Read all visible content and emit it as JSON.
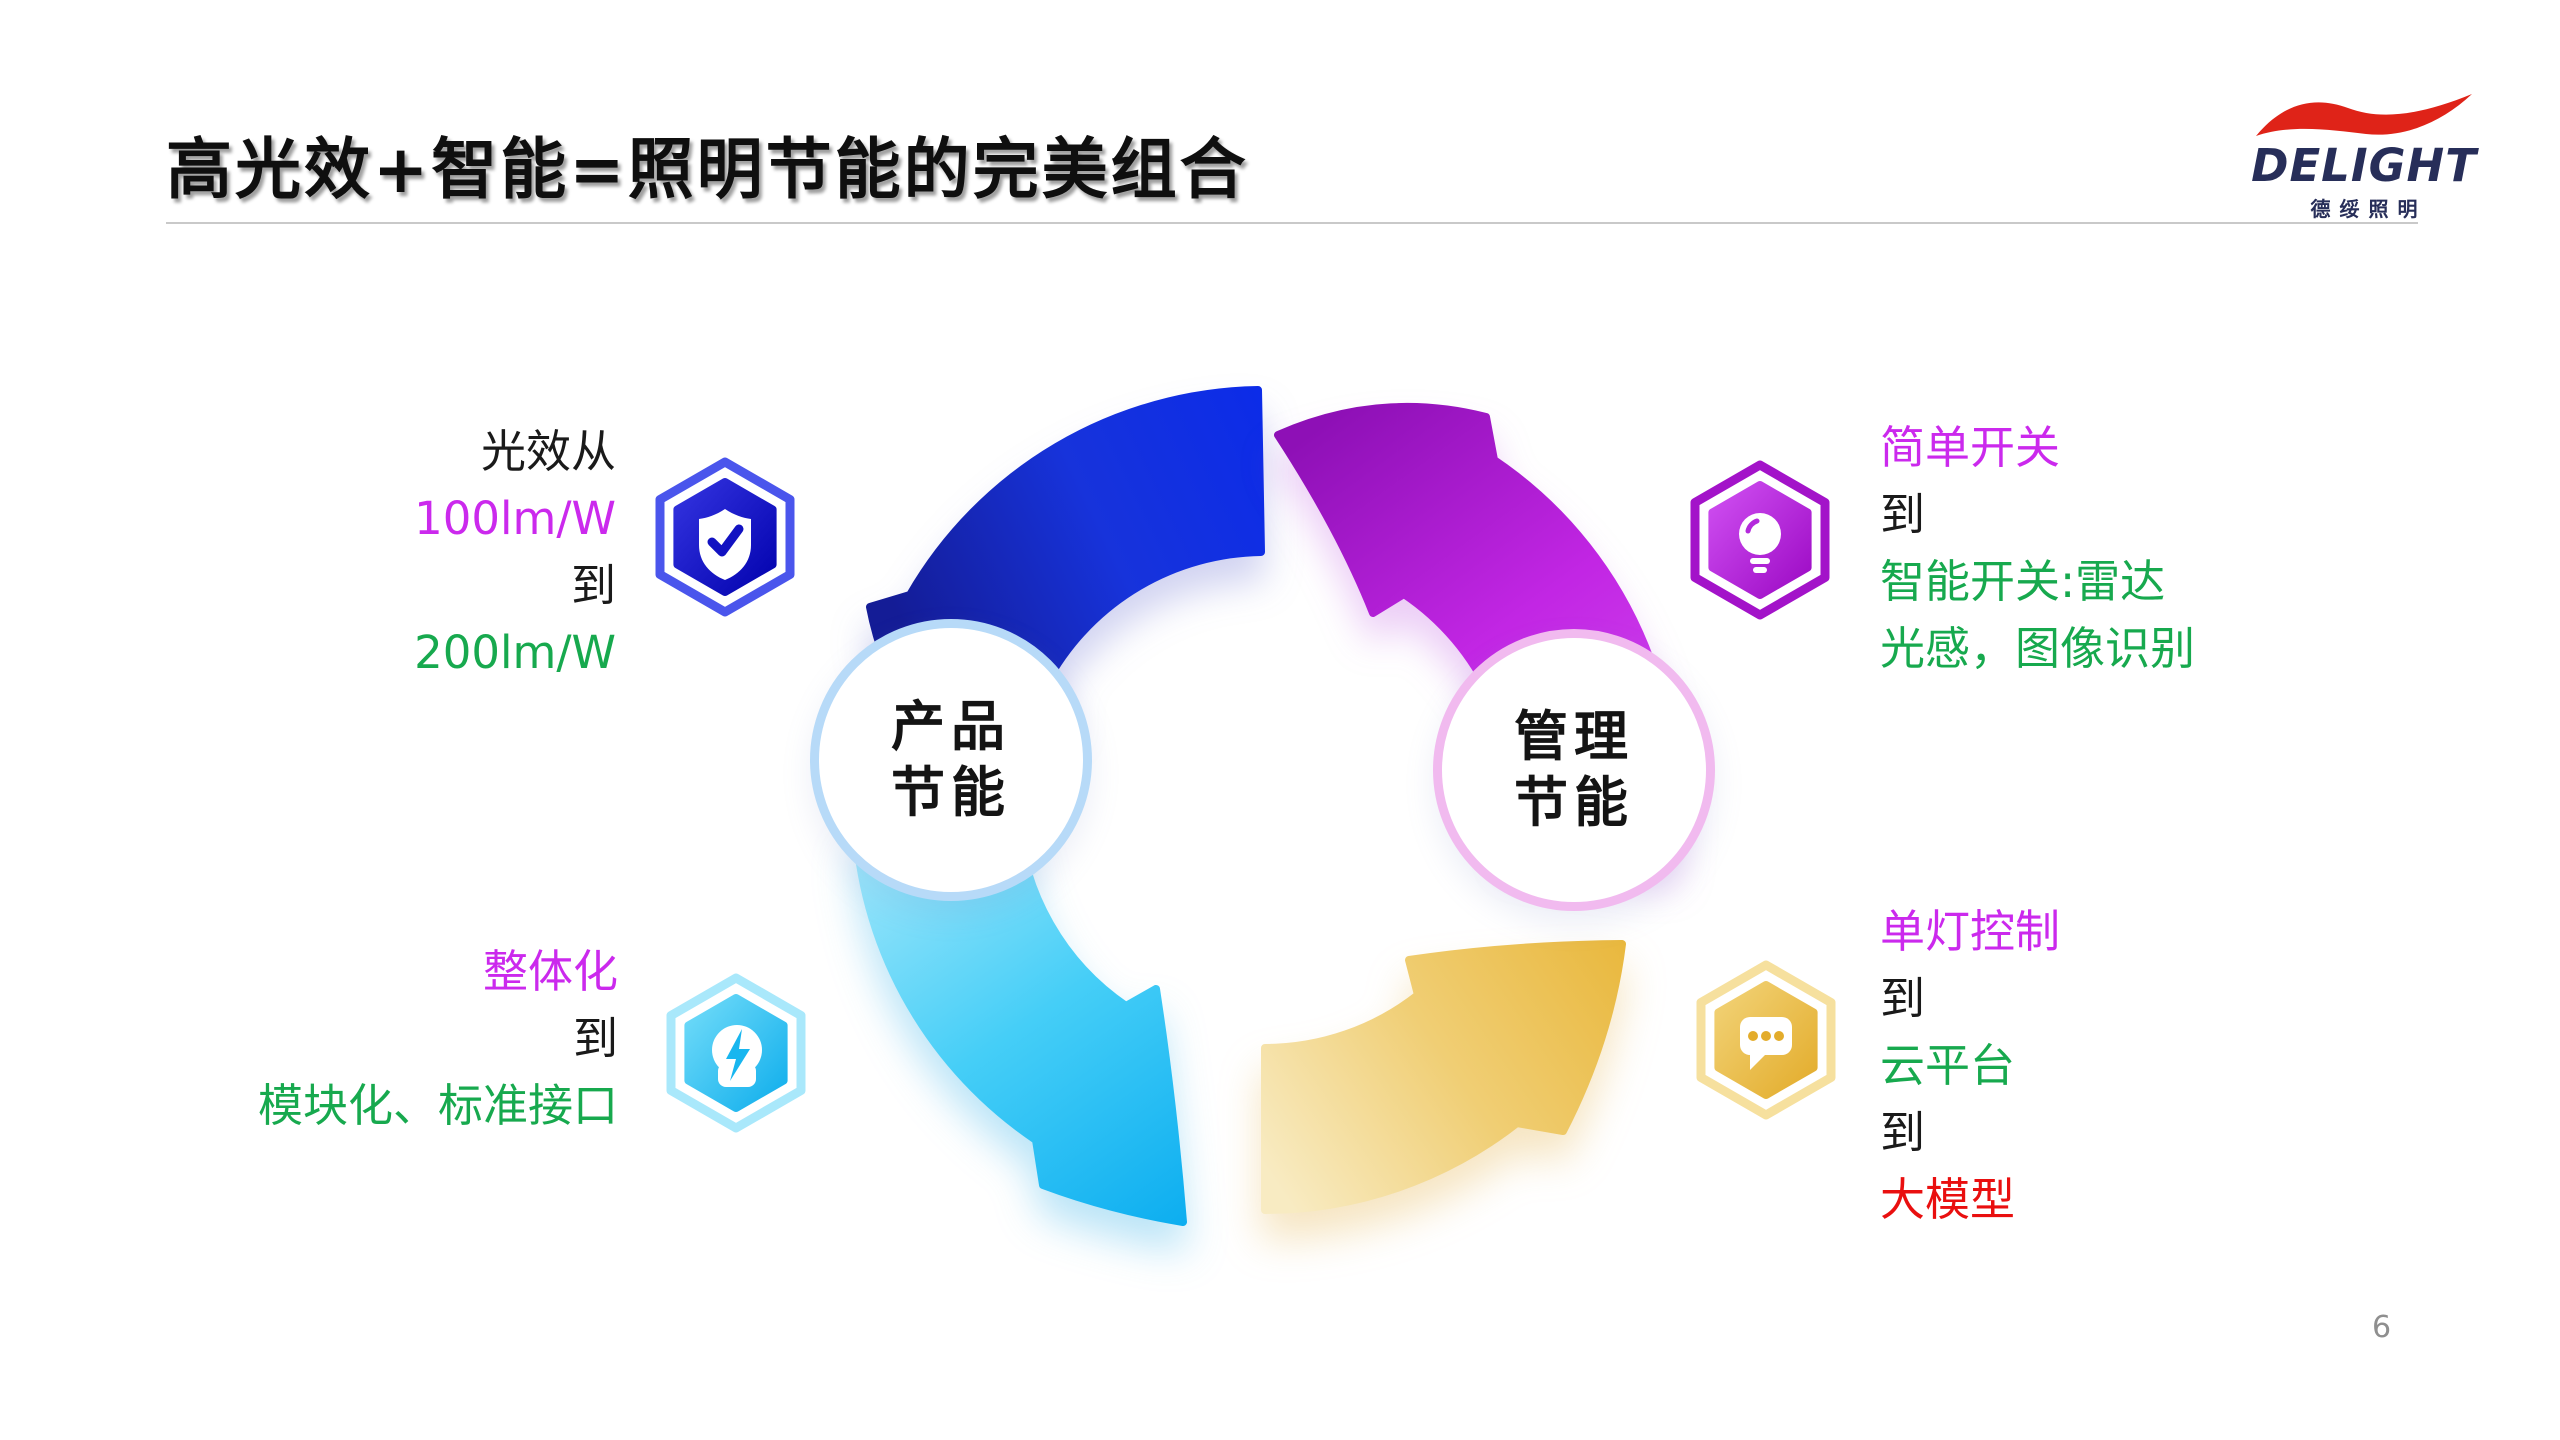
{
  "slide": {
    "title": "高光效+智能=照明节能的完美组合",
    "page_number": "6",
    "background_color": "#FFFFFF",
    "rule_color": "#C9C9C9"
  },
  "logo": {
    "brand": "DELIGHT",
    "brand_cn": "德绥照明",
    "swoosh_color": "#DF2318",
    "text_color": "#272E59"
  },
  "diagram": {
    "nodes": [
      {
        "id": "product-saving",
        "lines": [
          "产品",
          "节能"
        ],
        "border_color": "#B7DAF8"
      },
      {
        "id": "management-saving",
        "lines": [
          "管理",
          "节能"
        ],
        "border_color": "#F1BAEF"
      }
    ],
    "arrows": [
      {
        "id": "blue-arrow",
        "direction": "top-to-left",
        "color_start": "#0B2BE9",
        "color_end": "#141C96"
      },
      {
        "id": "magenta-arrow",
        "direction": "right-to-top",
        "color_start": "#D44FF0",
        "color_end": "#8E10B6"
      },
      {
        "id": "cyan-arrow",
        "direction": "left-to-bottom",
        "color_start": "#A5E8FB",
        "color_end": "#0DAEF0"
      },
      {
        "id": "yellow-arrow",
        "direction": "bottom-to-right",
        "color_start": "#F8EBC2",
        "color_end": "#E9B83E"
      }
    ],
    "icons": [
      {
        "name": "shield-check-icon",
        "ring": "#4A55EC",
        "fill_start": "#3434E0",
        "fill_end": "#0202AE"
      },
      {
        "name": "lightbulb-icon",
        "ring": "#A313C9",
        "fill_start": "#D050F2",
        "fill_end": "#9C0AC4"
      },
      {
        "name": "head-lightning-icon",
        "ring": "#A9E8FB",
        "fill_start": "#72DCF9",
        "fill_end": "#0FAEEC"
      },
      {
        "name": "chat-bubble-icon",
        "ring": "#F6E09E",
        "fill_start": "#F2D378",
        "fill_end": "#E3AC2B"
      }
    ]
  },
  "callouts": {
    "top_left": {
      "icon": "shield-check-icon",
      "lines": [
        {
          "text": "光效从",
          "color": "#1A1A1A"
        },
        {
          "text": "100lm/W",
          "color": "#CB29ED"
        },
        {
          "text": "到",
          "color": "#1A1A1A"
        },
        {
          "text": "200lm/W",
          "color": "#17A94E"
        }
      ]
    },
    "top_right": {
      "icon": "lightbulb-icon",
      "lines": [
        {
          "text": "简单开关",
          "color": "#CB29ED"
        },
        {
          "text": "到",
          "color": "#1A1A1A"
        },
        {
          "text": "智能开关:雷达",
          "color": "#17A94E"
        },
        {
          "text": "光感，图像识别",
          "color": "#17A94E"
        }
      ]
    },
    "bottom_left": {
      "icon": "head-lightning-icon",
      "lines": [
        {
          "text": "整体化",
          "color": "#CB29ED"
        },
        {
          "text": "到",
          "color": "#1A1A1A"
        },
        {
          "text": "模块化、标准接口",
          "color": "#17A94E"
        }
      ]
    },
    "bottom_right": {
      "icon": "chat-bubble-icon",
      "lines": [
        {
          "text": "单灯控制",
          "color": "#CB29ED"
        },
        {
          "text": "到",
          "color": "#1A1A1A"
        },
        {
          "text": "云平台",
          "color": "#17A94E"
        },
        {
          "text": "到",
          "color": "#1A1A1A"
        },
        {
          "text": "大模型",
          "color": "#E90F0F"
        }
      ]
    }
  }
}
